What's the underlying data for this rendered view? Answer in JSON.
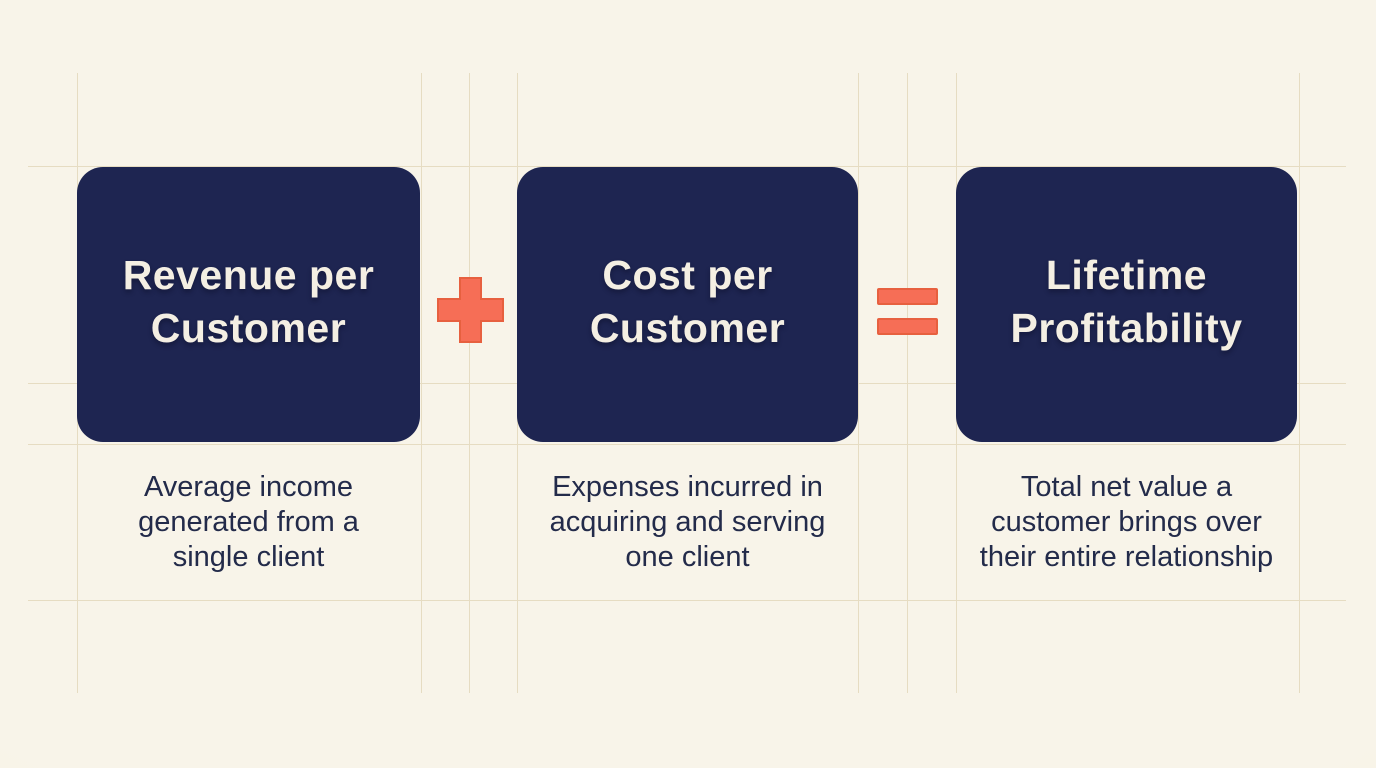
{
  "diagram": {
    "kind": "formula-infographic",
    "colors": {
      "background": "#f8f4e9",
      "background_edge": "#efe8d6",
      "grid_line": "#e6dcc2",
      "box": "#1e2551",
      "box_text": "#f4efe3",
      "description_text": "#232b4a",
      "operator": "#f66e56",
      "operator_edge": "#e7603f"
    },
    "items": [
      {
        "title": "Revenue per\nCustomer",
        "description": "Average income\ngenerated from a\nsingle client"
      },
      {
        "title": "Cost per\nCustomer",
        "description": "Expenses incurred in\nacquiring and serving\none client"
      },
      {
        "title": "Lifetime\nProfitability",
        "description": "Total net value a\ncustomer brings over\ntheir entire relationship"
      }
    ],
    "operators": [
      {
        "name": "plus",
        "symbol": "+"
      },
      {
        "name": "equals",
        "symbol": "="
      }
    ]
  }
}
